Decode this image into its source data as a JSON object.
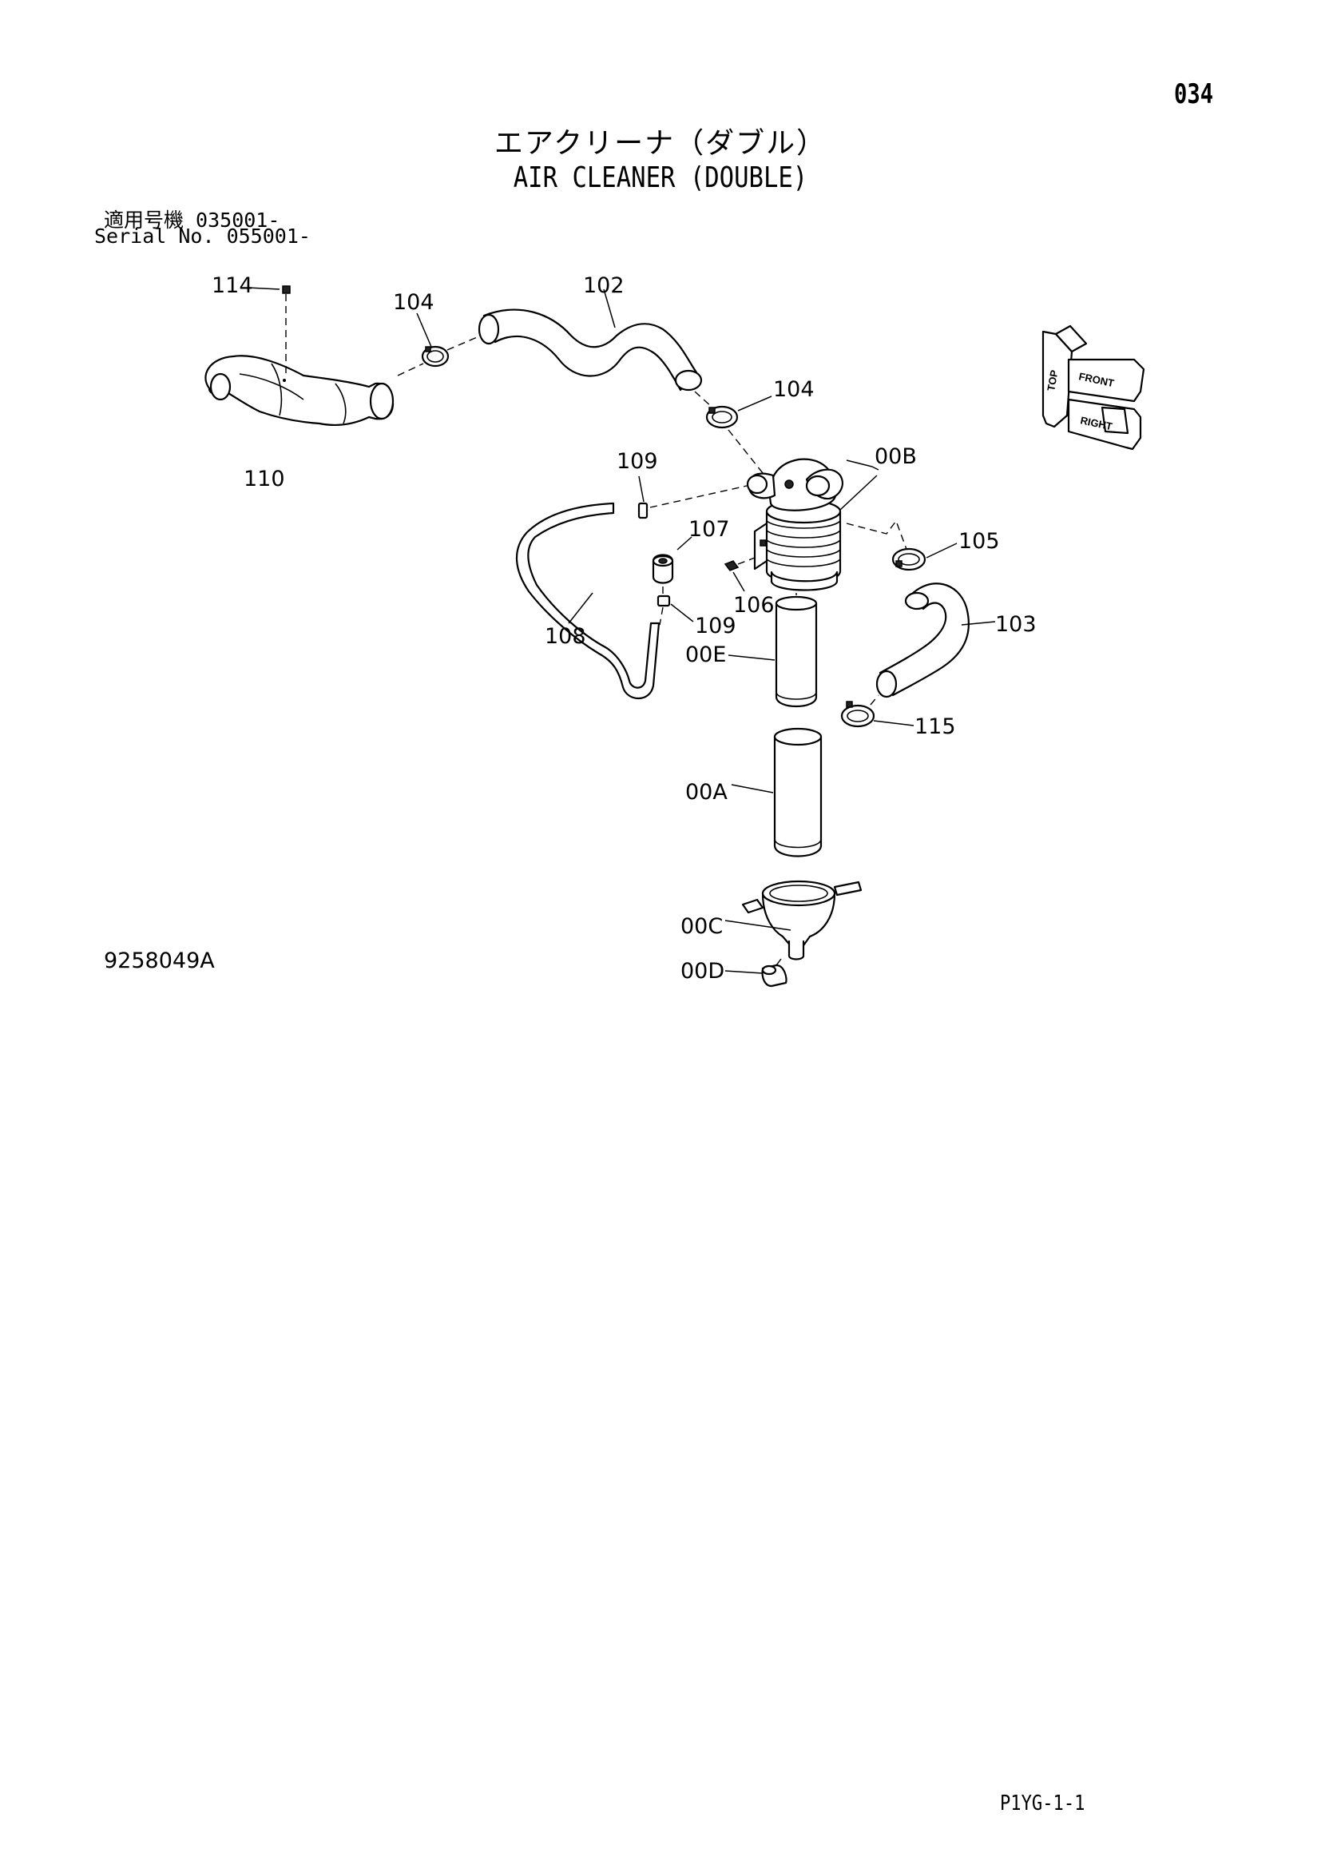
{
  "header": {
    "page_number": "034",
    "title_jp": "エアクリーナ（ダブル）",
    "title_en": "AIR CLEANER (DOUBLE)",
    "serial_jp": "適用号機 035001-",
    "serial_en": "Serial No. 055001-"
  },
  "diagram": {
    "part_labels": {
      "p114": "114",
      "p104a": "104",
      "p102": "102",
      "p104b": "104",
      "p110": "110",
      "p109a": "109",
      "p00B": "00B",
      "p107": "107",
      "p105": "105",
      "p106": "106",
      "p109b": "109",
      "p108": "108",
      "p103": "103",
      "p00E": "00E",
      "p115": "115",
      "p00A": "00A",
      "p00C": "00C",
      "p00D": "00D"
    },
    "orientation_labels": {
      "top": "TOP",
      "front": "FRONT",
      "right": "RIGHT"
    }
  },
  "footer": {
    "drawing_number": "9258049A",
    "sheet_id": "P1YG-1-1"
  }
}
